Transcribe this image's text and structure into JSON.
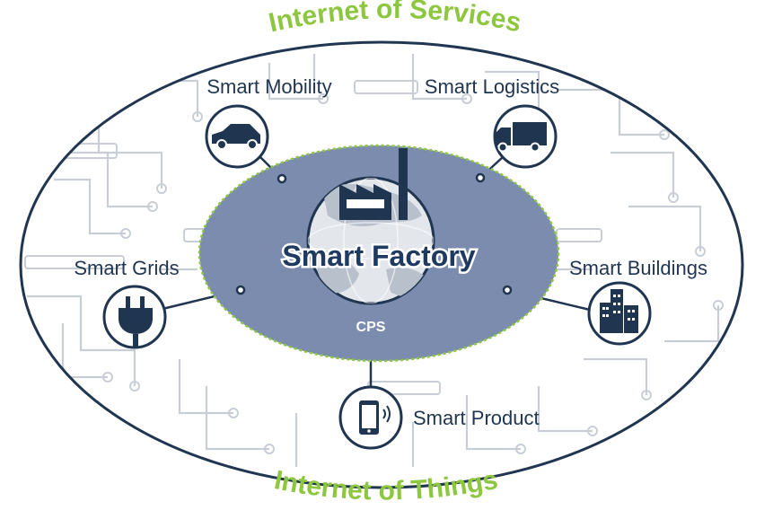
{
  "diagram": {
    "outer_top_label": "Internet of Services",
    "outer_bottom_label": "Internet of Things",
    "center_label": "Smart Factory",
    "core_label": "CPS",
    "nodes": {
      "mobility": {
        "label": "Smart Mobility",
        "icon": "car-icon"
      },
      "logistics": {
        "label": "Smart Logistics",
        "icon": "truck-icon"
      },
      "grids": {
        "label": "Smart Grids",
        "icon": "power-plug-icon"
      },
      "buildings": {
        "label": "Smart Buildings",
        "icon": "buildings-icon"
      },
      "product": {
        "label": "Smart Product",
        "icon": "smartphone-icon"
      }
    },
    "colors": {
      "navy": "#1f3550",
      "inner_fill": "#7b8cae",
      "accent_green": "#8dc63f",
      "circuit_gray": "#c9ced6"
    }
  }
}
